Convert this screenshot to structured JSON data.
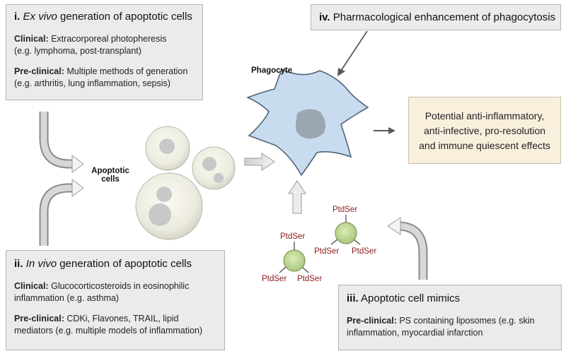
{
  "box_i": {
    "numeral": "i.",
    "title_italic": "Ex vivo",
    "title_rest": " generation of apoptotic cells",
    "clinical_label": "Clinical:",
    "clinical_text": " Extracorporeal photopheresis",
    "clinical_example": "(e.g. lymphoma, post-transplant)",
    "preclinical_label": "Pre-clinical:",
    "preclinical_text": " Multiple methods of generation",
    "preclinical_example": "(e.g. arthritis, lung inflammation, sepsis)"
  },
  "box_ii": {
    "numeral": "ii.",
    "title_italic": "In vivo",
    "title_rest": " generation of apoptotic cells",
    "clinical_label": "Clinical:",
    "clinical_text": " Glucocorticosteroids in eosinophilic",
    "clinical_example": "inflammation (e.g. asthma)",
    "preclinical_label": "Pre-clinical:",
    "preclinical_text": " CDKi, Flavones, TRAIL, lipid",
    "preclinical_example": "mediators (e.g. multiple models of inflammation)"
  },
  "box_iii": {
    "numeral": "iii.",
    "title_rest": " Apoptotic cell mimics",
    "preclinical_label": "Pre-clinical:",
    "preclinical_text": " PS containing liposomes (e.g. skin",
    "preclinical_example": "inflammation, myocardial infarction"
  },
  "box_iv": {
    "numeral": "iv.",
    "title_rest": " Pharmacological enhancement of phagocytosis"
  },
  "outcome": {
    "line1": "Potential anti-inflammatory,",
    "line2": "anti-infective, pro-resolution",
    "line3": "and immune quiescent effects"
  },
  "labels": {
    "phagocyte": "Phagocyte",
    "apoptotic_line1": "Apoptotic",
    "apoptotic_line2": "cells"
  },
  "liposome_label": "PtdSer",
  "colors": {
    "box_fill": "#ebebeb",
    "outcome_fill": "#f8f0dd",
    "phagocyte_fill": "#c9dcef",
    "nucleus_fill": "#9aa6b1",
    "liposome_fill": "#c5dc9a",
    "ptdser_text": "#8b1a1a"
  }
}
